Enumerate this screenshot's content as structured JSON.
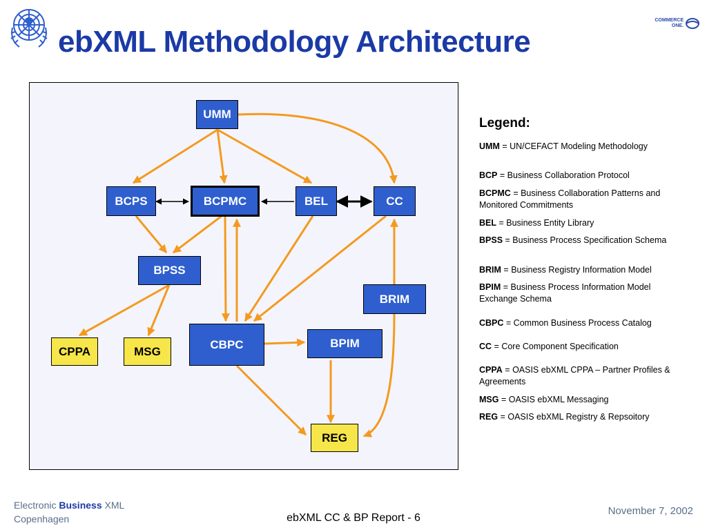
{
  "header": {
    "title": "ebXML Methodology Architecture",
    "logo_left": "un-emblem",
    "logo_right_text": "COMMERCE ONE."
  },
  "diagram": {
    "nodes": {
      "umm": "UMM",
      "bcps": "BCPS",
      "bcpmc": "BCPMC",
      "bel": "BEL",
      "cc": "CC",
      "bpss": "BPSS",
      "brim": "BRIM",
      "cppa": "CPPA",
      "msg": "MSG",
      "cbpc": "CBPC",
      "bpim": "BPIM",
      "reg": "REG"
    },
    "edges": [
      {
        "from": "UMM",
        "to": "BCPS",
        "style": "orange"
      },
      {
        "from": "UMM",
        "to": "BCPMC",
        "style": "orange"
      },
      {
        "from": "UMM",
        "to": "BEL",
        "style": "orange"
      },
      {
        "from": "UMM",
        "to": "CC",
        "style": "orange"
      },
      {
        "from": "BCPMC",
        "to": "BCPS",
        "style": "black"
      },
      {
        "from": "BCPS",
        "to": "BCPMC",
        "style": "black"
      },
      {
        "from": "BEL",
        "to": "BCPMC",
        "style": "black"
      },
      {
        "from": "BEL",
        "to": "CC",
        "style": "black-bold"
      },
      {
        "from": "CC",
        "to": "BEL",
        "style": "black-bold"
      },
      {
        "from": "BCPS",
        "to": "BPSS",
        "style": "orange"
      },
      {
        "from": "BCPMC",
        "to": "BPSS",
        "style": "orange"
      },
      {
        "from": "BCPMC",
        "to": "CBPC",
        "style": "orange"
      },
      {
        "from": "CBPC",
        "to": "BCPMC",
        "style": "orange"
      },
      {
        "from": "BEL",
        "to": "CBPC",
        "style": "orange"
      },
      {
        "from": "CC",
        "to": "CBPC",
        "style": "orange"
      },
      {
        "from": "BPSS",
        "to": "CPPA",
        "style": "orange"
      },
      {
        "from": "BPSS",
        "to": "MSG",
        "style": "orange"
      },
      {
        "from": "BRIM",
        "to": "CC",
        "style": "orange"
      },
      {
        "from": "BRIM",
        "to": "REG",
        "style": "orange"
      },
      {
        "from": "CBPC",
        "to": "BPIM",
        "style": "orange"
      },
      {
        "from": "CBPC",
        "to": "REG",
        "style": "orange"
      },
      {
        "from": "BPIM",
        "to": "REG",
        "style": "orange"
      }
    ],
    "colors": {
      "blue_node": "#2f5fcf",
      "yellow_node": "#f7e64a",
      "arrow_orange": "#f39a1e",
      "arrow_black": "#000000",
      "background": "#f4f4fc"
    }
  },
  "legend": {
    "title": "Legend:",
    "entries": [
      {
        "abbr": "UMM",
        "sep": " = ",
        "desc": "UN/CEFACT Modeling Methodology"
      },
      {
        "abbr": "BCP",
        "sep": " = ",
        "desc": "Business Collaboration Protocol"
      },
      {
        "abbr": "BCPMC",
        "sep": " = ",
        "desc": "Business Collaboration Patterns and Monitored Commitments"
      },
      {
        "abbr": "BEL",
        "sep": " = ",
        "desc": "Business Entity Library"
      },
      {
        "abbr": "BPSS",
        "sep": " = ",
        "desc": "Business Process Specification Schema"
      },
      {
        "abbr": "BRIM",
        "sep": " = ",
        "desc": "Business Registry Information Model"
      },
      {
        "abbr": "BPIM",
        "sep": " = ",
        "desc": "Business Process Information Model Exchange Schema"
      },
      {
        "abbr": "CBPC",
        "sep": " = ",
        "desc": "Common Business Process Catalog"
      },
      {
        "abbr": "CC",
        "sep": " = ",
        "desc": "Core Component Specification"
      },
      {
        "abbr": "CPPA",
        "sep": " = ",
        "desc": "OASIS ebXML CPPA – Partner Profiles & Agreements"
      },
      {
        "abbr": "MSG",
        "sep": " = ",
        "desc": "OASIS ebXML Messaging"
      },
      {
        "abbr": "REG",
        "sep": " = ",
        "desc": "OASIS ebXML Registry & Repsoitory"
      }
    ]
  },
  "footer": {
    "left_prefix": "Electronic ",
    "left_bold": "Business",
    "left_suffix": " XML",
    "left_line2": "Copenhagen",
    "center": "ebXML CC & BP Report - 6",
    "right": "November 7, 2002"
  }
}
